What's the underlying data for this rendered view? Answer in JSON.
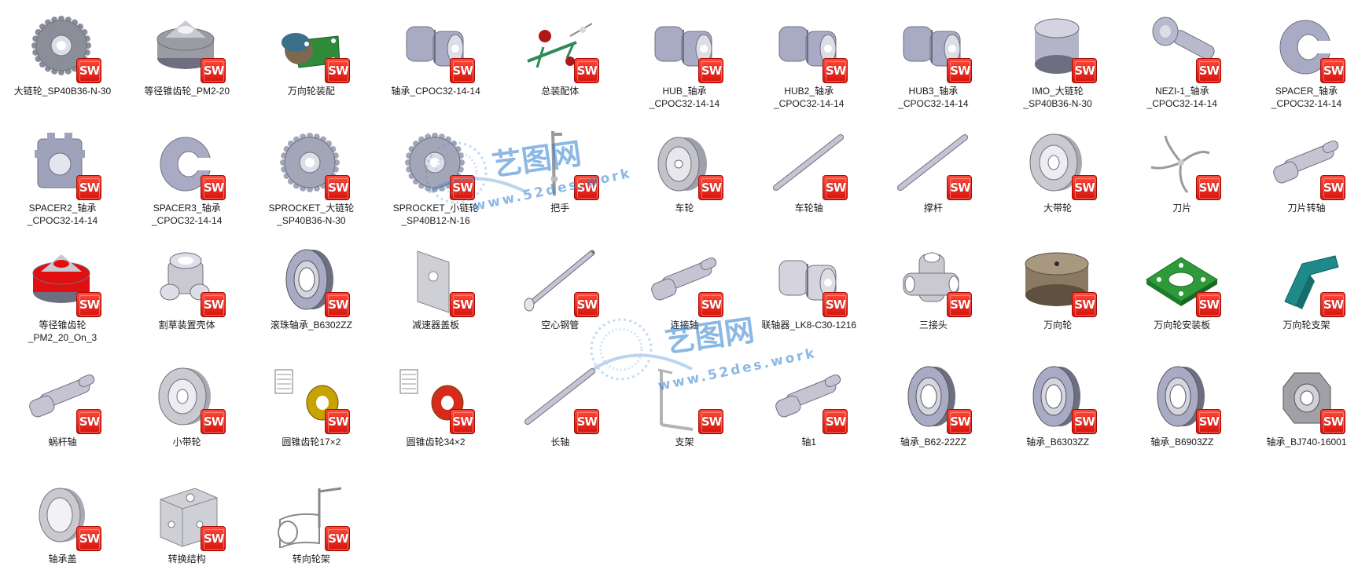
{
  "files": [
    {
      "label": "大链轮_SP40B36-N-30",
      "icon": "sprocket-icon",
      "color": "#8a8e99",
      "badge": "SW"
    },
    {
      "label": "等径锥齿轮_PM2-20",
      "icon": "bevel-gear-icon",
      "color": "#9b9ba3",
      "badge": "SW"
    },
    {
      "label": "万向轮装配",
      "icon": "caster-wheel-icon",
      "color": "#2f8a3a",
      "badge": "SW"
    },
    {
      "label": "轴承_CPOC32-14-14",
      "icon": "coupling-icon",
      "color": "#a9abc4",
      "badge": "SW"
    },
    {
      "label": "总装配体",
      "icon": "assembly-icon",
      "color": "#2e8b57",
      "badge": "SW"
    },
    {
      "label": "HUB_轴承\n_CPOC32-14-14",
      "icon": "coupling-hub-icon",
      "color": "#a9abc4",
      "badge": "SW"
    },
    {
      "label": "HUB2_轴承\n_CPOC32-14-14",
      "icon": "coupling-hub-icon",
      "color": "#a9abc4",
      "badge": "SW"
    },
    {
      "label": "HUB3_轴承\n_CPOC32-14-14",
      "icon": "coupling-hub-icon",
      "color": "#a9abc4",
      "badge": "SW"
    },
    {
      "label": "IMO_大链轮\n_SP40B36-N-30",
      "icon": "cylinder-icon",
      "color": "#b2b4c9",
      "badge": "SW"
    },
    {
      "label": "NEZI-1_轴承\n_CPOC32-14-14",
      "icon": "bolt-icon",
      "color": "#b8b9cc",
      "badge": "SW"
    },
    {
      "label": "SPACER_轴承\n_CPOC32-14-14",
      "icon": "spacer-icon",
      "color": "#a9abc4",
      "badge": "SW"
    },
    {
      "label": "SPACER2_轴承\n_CPOC32-14-14",
      "icon": "spacer-gear-icon",
      "color": "#9fa2bb",
      "badge": "SW"
    },
    {
      "label": "SPACER3_轴承\n_CPOC32-14-14",
      "icon": "spacer-ring-icon",
      "color": "#a9abc4",
      "badge": "SW"
    },
    {
      "label": "SPROCKET_大链轮\n_SP40B36-N-30",
      "icon": "sprocket-icon",
      "color": "#a3a5b8",
      "badge": "SW"
    },
    {
      "label": "SPROCKET_小链轮\n_SP40B12-N-16",
      "icon": "sprocket-icon",
      "color": "#a3a5b8",
      "badge": "SW"
    },
    {
      "label": "把手",
      "icon": "handle-icon",
      "color": "#9a9a9a",
      "badge": "SW"
    },
    {
      "label": "车轮",
      "icon": "wheel-icon",
      "color": "#c2c2c8",
      "badge": "SW"
    },
    {
      "label": "车轮轴",
      "icon": "rod-icon",
      "color": "#c8c3d3",
      "badge": "SW"
    },
    {
      "label": "撑杆",
      "icon": "rod-icon",
      "color": "#c8c3d3",
      "badge": "SW"
    },
    {
      "label": "大带轮",
      "icon": "pulley-icon",
      "color": "#c9c9cf",
      "badge": "SW"
    },
    {
      "label": "刀片",
      "icon": "blade-icon",
      "color": "#9a9a9a",
      "badge": "SW"
    },
    {
      "label": "刀片转轴",
      "icon": "shaft-icon",
      "color": "#c8c3d3",
      "badge": "SW"
    },
    {
      "label": "等径锥齿轮\n_PM2_20_On_3",
      "icon": "bevel-gear-icon",
      "color": "#e01010",
      "badge": "SW"
    },
    {
      "label": "割草装置壳体",
      "icon": "housing-icon",
      "color": "#c9c9cf",
      "badge": "SW"
    },
    {
      "label": "滚珠轴承_B6302ZZ",
      "icon": "bearing-icon",
      "color": "#a9abc4",
      "badge": "SW"
    },
    {
      "label": "减速器盖板",
      "icon": "plate-icon",
      "color": "#cfcfd6",
      "badge": "SW"
    },
    {
      "label": "空心钢管",
      "icon": "tube-icon",
      "color": "#c8c3d3",
      "badge": "SW"
    },
    {
      "label": "连接轴",
      "icon": "shaft-icon",
      "color": "#c8c3d3",
      "badge": "SW"
    },
    {
      "label": "联轴器_LK8-C30-1216",
      "icon": "coupling-icon",
      "color": "#d5d3de",
      "badge": "SW"
    },
    {
      "label": "三接头",
      "icon": "tee-joint-icon",
      "color": "#c9c9cf",
      "badge": "SW"
    },
    {
      "label": "万向轮",
      "icon": "drum-icon",
      "color": "#8a7a63",
      "badge": "SW"
    },
    {
      "label": "万向轮安装板",
      "icon": "mount-plate-icon",
      "color": "#2e9a3a",
      "badge": "SW"
    },
    {
      "label": "万向轮支架",
      "icon": "bracket-icon",
      "color": "#1f8a8a",
      "badge": "SW"
    },
    {
      "label": "蜗杆轴",
      "icon": "shaft-icon",
      "color": "#c8c3d3",
      "badge": "SW"
    },
    {
      "label": "小带轮",
      "icon": "pulley-icon",
      "color": "#c9c9cf",
      "badge": "SW"
    },
    {
      "label": "圆锥齿轮17×2",
      "icon": "drawing-gear-icon",
      "color": "#c7a300",
      "badge": "SW"
    },
    {
      "label": "圆锥齿轮34×2",
      "icon": "drawing-gear-icon",
      "color": "#d62a1a",
      "badge": "SW"
    },
    {
      "label": "长轴",
      "icon": "rod-icon",
      "color": "#c8c3d3",
      "badge": "SW"
    },
    {
      "label": "支架",
      "icon": "bracket-rod-icon",
      "color": "#b4b4b4",
      "badge": "SW"
    },
    {
      "label": "轴1",
      "icon": "shaft-icon",
      "color": "#c8c3d3",
      "badge": "SW"
    },
    {
      "label": "轴承_B62-22ZZ",
      "icon": "bearing-icon",
      "color": "#a9abc4",
      "badge": "SW"
    },
    {
      "label": "轴承_B6303ZZ",
      "icon": "bearing-icon",
      "color": "#a9abc4",
      "badge": "SW"
    },
    {
      "label": "轴承_B6903ZZ",
      "icon": "bearing-icon",
      "color": "#a9abc4",
      "badge": "SW"
    },
    {
      "label": "轴承_BJ740-16001",
      "icon": "nut-bearing-icon",
      "color": "#a0a0a6",
      "badge": "SW"
    },
    {
      "label": "轴承盖",
      "icon": "cap-icon",
      "color": "#c9c9cf",
      "badge": "SW"
    },
    {
      "label": "转换结构",
      "icon": "block-icon",
      "color": "#cfcfd6",
      "badge": "SW"
    },
    {
      "label": "转向轮架",
      "icon": "wheel-frame-icon",
      "color": "#d0d0d6",
      "badge": "SW"
    }
  ],
  "watermark": {
    "brand": "艺图网",
    "url": "www.52des.work",
    "color": "#2f7fcf"
  }
}
